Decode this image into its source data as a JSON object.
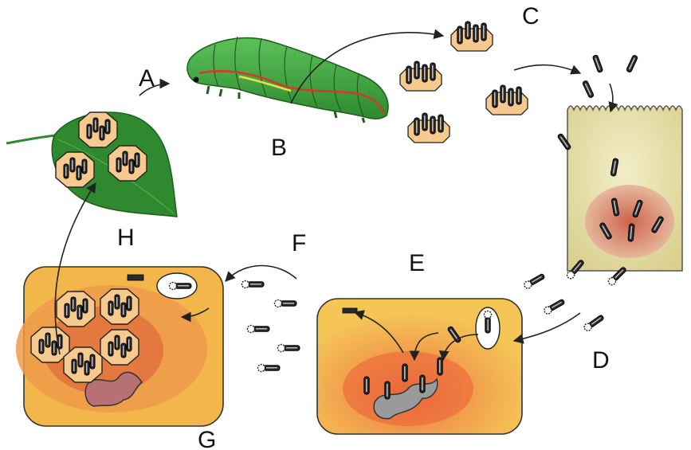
{
  "labels": {
    "a": "A",
    "b": "B",
    "c": "C",
    "d": "D",
    "e": "E",
    "f": "F",
    "g": "G",
    "h": "H"
  },
  "colors": {
    "leaf": "#2f8a2f",
    "caterpillar": "#3fa33f",
    "occlusion_body": "#f5c98e",
    "midgut_cell": "#ece5b2",
    "host_cell": "#f2b64a",
    "nucleus": "#e0643a",
    "rod": "#2a2a2a"
  }
}
